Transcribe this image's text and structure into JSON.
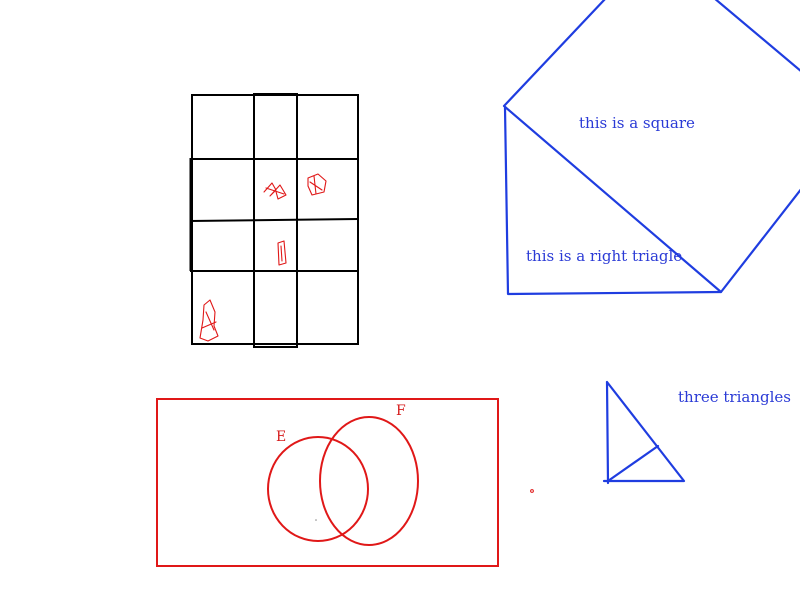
{
  "colors": {
    "blue_ink": "#1f3de0",
    "red_ink": "#e01818",
    "black_ink": "#000000",
    "background": "#ffffff"
  },
  "labels": {
    "square": "this is a square",
    "right_triangle": "this is a right triagle",
    "three_triangles": "three triangles",
    "set_e": "E",
    "set_f": "F"
  }
}
